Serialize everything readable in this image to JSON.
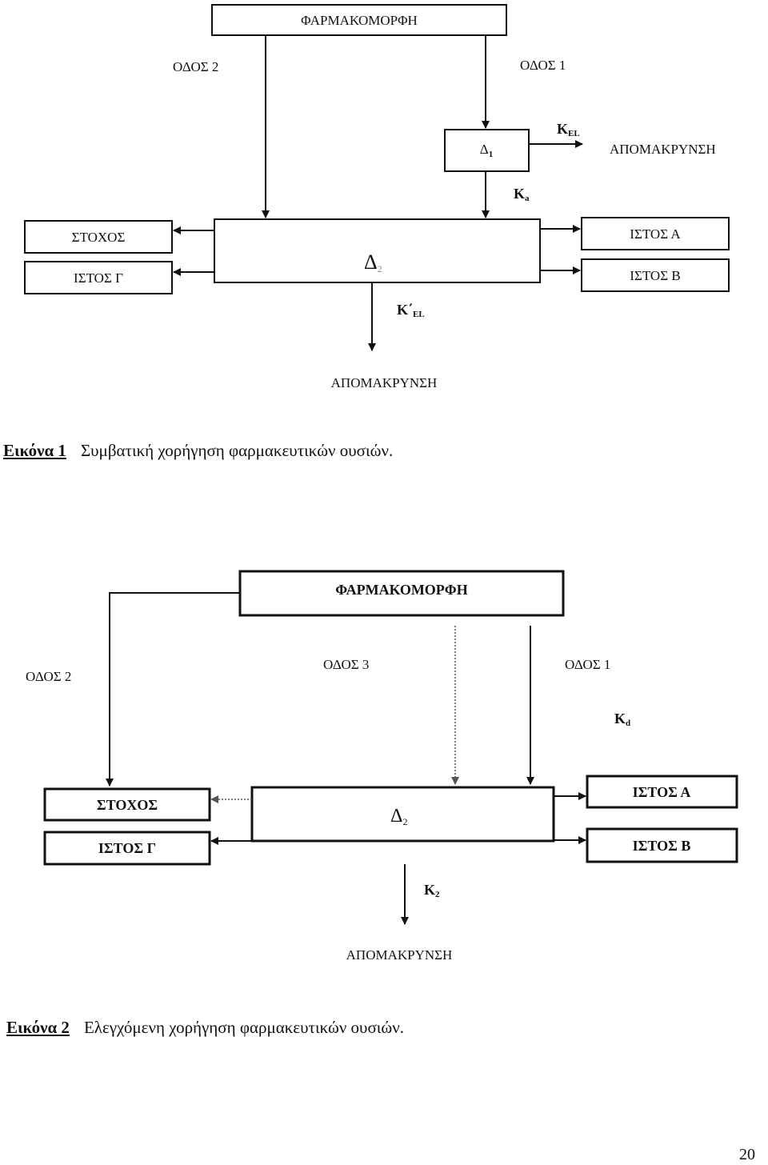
{
  "figure1": {
    "caption_label": "Εικόνα 1",
    "caption_text": "Συμβατική χορήγηση φαρμακευτικών ουσιών.",
    "dosage_form": "ΦΑΡΜΑΚΟΜΟΡΦΗ",
    "route2": "ΟΔΟΣ 2",
    "route1": "ΟΔΟΣ 1",
    "compartment1": "Δ",
    "compartment1_sub": "1",
    "k_el": "K",
    "k_el_sub": "EL",
    "elimination_top": "ΑΠΟΜΑΚΡΥΝΣΗ",
    "k_a": "K",
    "k_a_sub": "a",
    "compartment2": "Δ",
    "compartment2_sub": "2",
    "target": "ΣΤΟΧΟΣ",
    "tissue_c": "ΙΣΤΟΣ Γ",
    "tissue_a": "ΙΣΤΟΣ Α",
    "tissue_b": "ΙΣΤΟΣ Β",
    "k_el_prime": "K΄",
    "k_el_prime_sub": "EL",
    "elimination_bottom": "ΑΠΟΜΑΚΡΥΝΣΗ"
  },
  "figure2": {
    "caption_label": "Εικόνα 2",
    "caption_text": "Ελεγχόμενη χορήγηση φαρμακευτικών ουσιών.",
    "dosage_form": "ΦΑΡΜΑΚΟΜΟΡΦΗ",
    "route2": "ΟΔΟΣ 2",
    "route3": "ΟΔΟΣ 3",
    "route1": "ΟΔΟΣ 1",
    "k_d": "K",
    "k_d_sub": "d",
    "compartment2": "Δ",
    "compartment2_sub": "2",
    "target": "ΣΤΟΧΟΣ",
    "tissue_c": "ΙΣΤΟΣ Γ",
    "tissue_a": "ΙΣΤΟΣ Α",
    "tissue_b": "ΙΣΤΟΣ Β",
    "k_2": "K",
    "k_2_sub": "2",
    "elimination": "ΑΠΟΜΑΚΡΥΝΣΗ"
  },
  "page_number": "20"
}
